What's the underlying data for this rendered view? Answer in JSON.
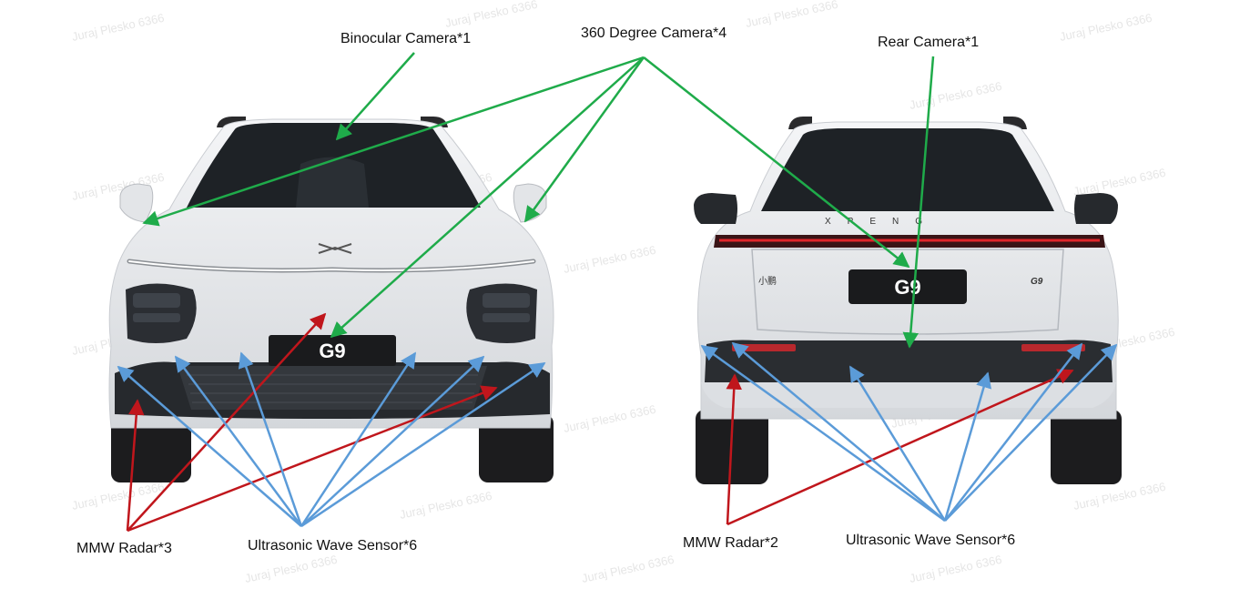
{
  "labels": {
    "binocular_camera": "Binocular Camera*1",
    "camera_360": "360 Degree Camera*4",
    "rear_camera": "Rear Camera*1",
    "mmw_radar_front": "MMW Radar*3",
    "ultrasonic_front": "Ultrasonic Wave Sensor*6",
    "mmw_radar_rear": "MMW Radar*2",
    "ultrasonic_rear": "Ultrasonic Wave Sensor*6"
  },
  "vehicle": {
    "front_plate": "G9",
    "rear_plate": "G9",
    "rear_brand": "XPENG",
    "rear_badge_cn": "小鹏",
    "rear_badge_model": "G9"
  },
  "watermark": "Juraj Plesko 6366",
  "colors": {
    "camera_arrow": "#1fab4a",
    "radar_arrow": "#c0161c",
    "ultrasonic_arrow": "#5b9bd8",
    "label_text": "#111111",
    "body_paint": "#e9ebee",
    "glass": "#1e2226"
  }
}
